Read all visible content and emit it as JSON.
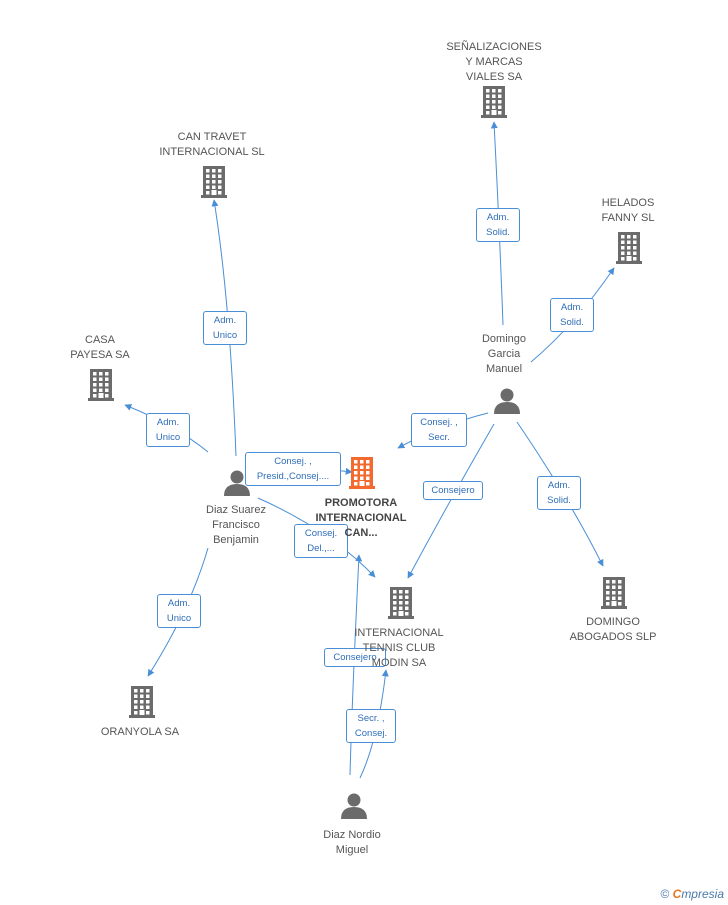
{
  "colors": {
    "edge": "#4a8fd6",
    "building": "#6b6b6b",
    "center": "#f26a2e",
    "person": "#6b6b6b"
  },
  "nodes": [
    {
      "id": "senal",
      "kind": "company",
      "label": "SEÑALIZACIONES\nY MARCAS\nVIALES SA"
    },
    {
      "id": "cantravet",
      "kind": "company",
      "label": "CAN TRAVET\nINTERNACIONAL SL"
    },
    {
      "id": "helados",
      "kind": "company",
      "label": "HELADOS\nFANNY SL"
    },
    {
      "id": "casa",
      "kind": "company",
      "label": "CASA\nPAYESA SA"
    },
    {
      "id": "domingo",
      "kind": "person",
      "label": "Domingo\nGarcia\nManuel"
    },
    {
      "id": "diazsuarez",
      "kind": "person",
      "label": "Diaz Suarez\nFrancisco\nBenjamin"
    },
    {
      "id": "promotora",
      "kind": "center",
      "label": "PROMOTORA\nINTERNACIONAL\nCAN..."
    },
    {
      "id": "tennis",
      "kind": "company",
      "label": "INTERNACIONAL\nTENNIS CLUB\nMODIN SA"
    },
    {
      "id": "domingoab",
      "kind": "company",
      "label": "DOMINGO\nABOGADOS SLP"
    },
    {
      "id": "oranyola",
      "kind": "company",
      "label": "ORANYOLA SA"
    },
    {
      "id": "diaznordio",
      "kind": "person",
      "label": "Diaz Nordio\nMiguel"
    }
  ],
  "edges": [
    {
      "id": "e1",
      "label": "Adm.\nSolid."
    },
    {
      "id": "e2",
      "label": "Adm.\nSolid."
    },
    {
      "id": "e3",
      "label": "Adm.\nUnico"
    },
    {
      "id": "e4",
      "label": "Adm.\nUnico"
    },
    {
      "id": "e5",
      "label": "Consej. ,\nSecr."
    },
    {
      "id": "e6",
      "label": "Consej. ,\nPresid.,Consej...."
    },
    {
      "id": "e7",
      "label": "Consejero"
    },
    {
      "id": "e8",
      "label": "Adm.\nSolid."
    },
    {
      "id": "e9",
      "label": "Consej.\nDel.,..."
    },
    {
      "id": "e10",
      "label": "Adm.\nUnico"
    },
    {
      "id": "e11",
      "label": "Consejero"
    },
    {
      "id": "e12",
      "label": "Secr. ,\nConsej."
    }
  ],
  "footer": {
    "copyright": "©",
    "brand_first": "C",
    "brand_rest": "mpresia"
  }
}
